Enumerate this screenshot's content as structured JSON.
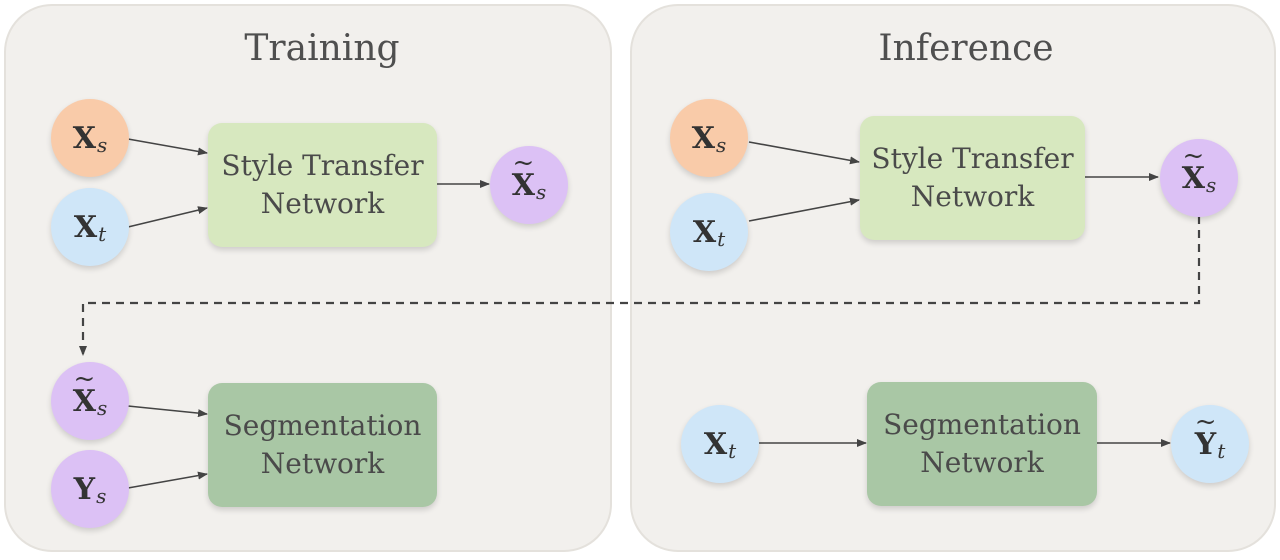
{
  "training": {
    "title": "Training",
    "style_box": "Style Transfer\nNetwork",
    "seg_box": "Segmentation\nNetwork",
    "nodes": {
      "xs": {
        "sym": "X",
        "sub": "s",
        "tilde": ""
      },
      "xt": {
        "sym": "X",
        "sub": "t",
        "tilde": ""
      },
      "xs_tilde_out": {
        "sym": "X",
        "sub": "s",
        "tilde": "~"
      },
      "xs_tilde_in": {
        "sym": "X",
        "sub": "s",
        "tilde": "~"
      },
      "ys": {
        "sym": "Y",
        "sub": "s",
        "tilde": ""
      }
    }
  },
  "inference": {
    "title": "Inference",
    "style_box": "Style Transfer\nNetwork",
    "seg_box": "Segmentation\nNetwork",
    "nodes": {
      "xs": {
        "sym": "X",
        "sub": "s",
        "tilde": ""
      },
      "xt": {
        "sym": "X",
        "sub": "t",
        "tilde": ""
      },
      "xs_tilde_out": {
        "sym": "X",
        "sub": "s",
        "tilde": "~"
      },
      "xt2": {
        "sym": "X",
        "sub": "t",
        "tilde": ""
      },
      "yt_tilde": {
        "sym": "Y",
        "sub": "t",
        "tilde": "~"
      }
    }
  },
  "colors": {
    "source_node": "#f9cba9",
    "target_node": "#cfe6f8",
    "generated_node": "#dcc1f5",
    "style_box": "#d7e8bf",
    "seg_box": "#a9c7a5",
    "panel": "#f2f0ed"
  }
}
